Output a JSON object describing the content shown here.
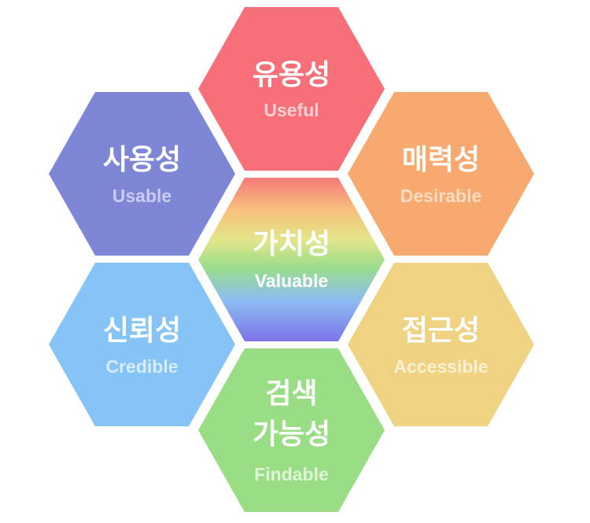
{
  "diagram": {
    "hexagons": [
      {
        "id": "useful",
        "title_lines": [
          "유용성"
        ],
        "subtitle": "Useful",
        "fill": "#F76F79",
        "subtitle_color": "#FBD0D4"
      },
      {
        "id": "usable",
        "title_lines": [
          "사용성"
        ],
        "subtitle": "Usable",
        "fill": "#7E87D6",
        "subtitle_color": "#C9CCF0"
      },
      {
        "id": "desirable",
        "title_lines": [
          "매력성"
        ],
        "subtitle": "Desirable",
        "fill": "#F8A96F",
        "subtitle_color": "#FCDCC3"
      },
      {
        "id": "valuable",
        "title_lines": [
          "가치성"
        ],
        "subtitle": "Valuable",
        "fill": "rainbow",
        "subtitle_color": "#FFFFFF"
      },
      {
        "id": "credible",
        "title_lines": [
          "신뢰성"
        ],
        "subtitle": "Credible",
        "fill": "#86C3F7",
        "subtitle_color": "#D6EBFC"
      },
      {
        "id": "accessible",
        "title_lines": [
          "접근성"
        ],
        "subtitle": "Accessible",
        "fill": "#EFD383",
        "subtitle_color": "#FAF0D2"
      },
      {
        "id": "findable",
        "title_lines": [
          "검색",
          "가능성"
        ],
        "subtitle": "Findable",
        "fill": "#99DD85",
        "subtitle_color": "#DFF5D8"
      }
    ]
  }
}
